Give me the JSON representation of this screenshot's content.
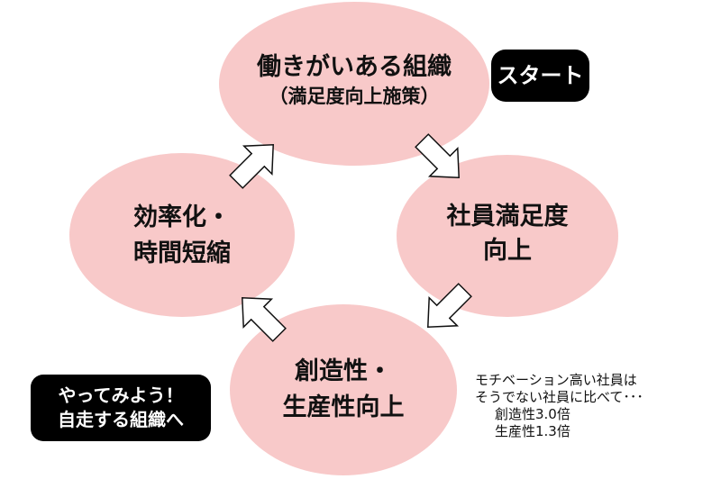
{
  "cycle": {
    "top": {
      "line1": "働きがいある組織",
      "line2": "（満足度向上施策）"
    },
    "right": {
      "line1": "社員満足度",
      "line2": "向上"
    },
    "bottom": {
      "line1": "創造性・",
      "line2": "生産性向上"
    },
    "left": {
      "line1": "効率化・",
      "line2": "時間短縮"
    }
  },
  "badges": {
    "start": "スタート",
    "action_line1": "やってみよう！",
    "action_line2": "自走する組織へ"
  },
  "note": {
    "line1": "モチベーション高い社員は",
    "line2": "そうでない社員に比べて･･･",
    "line3": "創造性3.0倍",
    "line4": "生産性1.3倍"
  },
  "colors": {
    "circle_fill": "#f8c9c9",
    "badge_bg": "#000000"
  }
}
